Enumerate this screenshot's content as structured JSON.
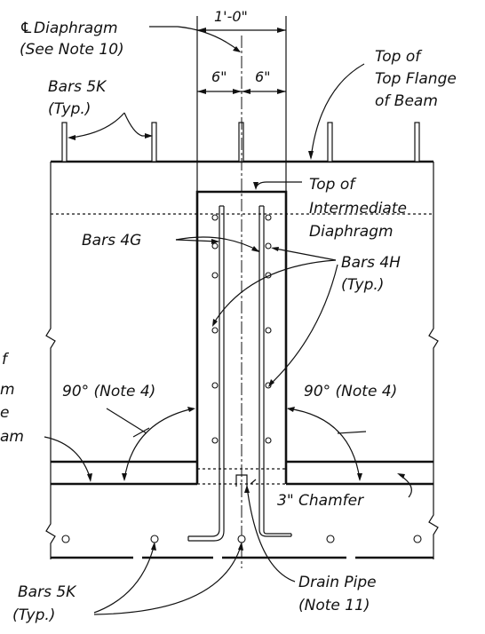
{
  "labels": {
    "cl_diaphragm": "Diaphragm",
    "cl_symbol": "℄",
    "see_note_10": "(See Note 10)",
    "dim_overall": "1'-0\"",
    "dim_left": "6\"",
    "dim_right": "6\"",
    "top_flange_1": "Top of",
    "top_flange_2": "Top Flange",
    "top_flange_3": "of Beam",
    "bars_5k_top_1": "Bars 5K",
    "bars_5k_top_2": "(Typ.)",
    "top_interm_1": "Top of",
    "top_interm_2": "Intermediate",
    "top_interm_3": "Diaphragm",
    "bars_4g": "Bars 4G",
    "bars_4h_1": "Bars 4H",
    "bars_4h_2": "(Typ.)",
    "left_cut_1": "f",
    "left_cut_2": "m",
    "left_cut_3": "e",
    "left_cut_4": "am",
    "note4_left": "90° (Note 4)",
    "note4_right": "90° (Note 4)",
    "chamfer": "3\" Chamfer",
    "drain_1": "Drain Pipe",
    "drain_2": "(Note 11)",
    "bars_5k_bot_1": "Bars 5K",
    "bars_5k_bot_2": "(Typ.)"
  }
}
